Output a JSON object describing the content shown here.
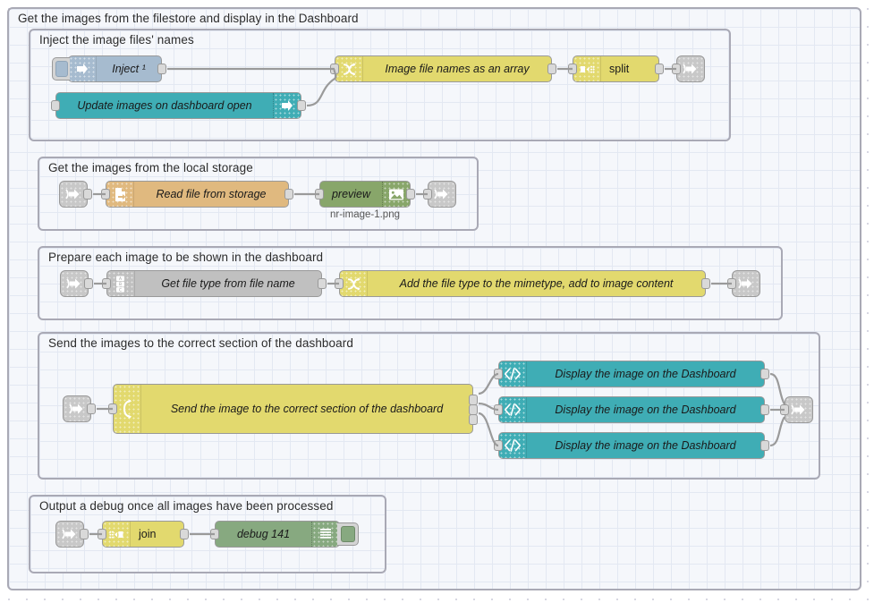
{
  "canvas": {
    "background": "#ffffff",
    "grid_color": "#e3e8f2",
    "wire_color": "#9a9a9a"
  },
  "outer_group": {
    "label": "Get the images from the filestore and display in the Dashboard"
  },
  "groups": [
    {
      "label": "Inject the image files' names"
    },
    {
      "label": "Get the images from the local storage"
    },
    {
      "label": "Prepare each image to be shown in the dashboard"
    },
    {
      "label": "Send the images to the correct section of the dashboard"
    },
    {
      "label": "Output a debug once all images have been processed"
    }
  ],
  "nodes": {
    "inject": {
      "label": "Inject ¹",
      "icon": "inject-arrow-icon",
      "color": "#a6bbcf"
    },
    "update_images": {
      "label": "Update images on dashboard open",
      "icon": "ui-event-arrow-icon",
      "color": "#3fadb5"
    },
    "image_file_names": {
      "label": "Image file names as an array",
      "icon": "function-icon",
      "color": "#e2d96e"
    },
    "split": {
      "label": "split",
      "icon": "split-icon",
      "color": "#e2d96e"
    },
    "link_out_1": {
      "icon": "link-out-icon",
      "color": "#c8c8c8"
    },
    "link_in_2": {
      "icon": "link-in-icon",
      "color": "#c8c8c8"
    },
    "read_file": {
      "label": "Read file from storage",
      "icon": "file-in-icon",
      "color": "#e0b97f"
    },
    "preview": {
      "label": "preview",
      "icon": "image-preview-icon",
      "color": "#88a66a",
      "sublabel": "nr-image-1.png"
    },
    "link_out_2": {
      "icon": "link-out-icon",
      "color": "#c8c8c8"
    },
    "link_in_3": {
      "icon": "link-in-icon",
      "color": "#c8c8c8"
    },
    "get_file_type": {
      "label": "Get file type from file name",
      "icon": "change-icon",
      "color": "#c0c0c0"
    },
    "add_mimetype": {
      "label": "Add the file type to the mimetype, add to image content",
      "icon": "function-icon",
      "color": "#e2d96e"
    },
    "link_out_3": {
      "icon": "link-out-icon",
      "color": "#c8c8c8"
    },
    "link_in_4": {
      "icon": "link-in-icon",
      "color": "#c8c8c8"
    },
    "send_to_section": {
      "label": "Send the image to the correct section of the dashboard",
      "icon": "switch-icon",
      "color": "#e2d96e"
    },
    "display_1": {
      "label": "Display the image on the Dashboard",
      "icon": "template-code-icon",
      "color": "#3fadb5"
    },
    "display_2": {
      "label": "Display the image on the Dashboard",
      "icon": "template-code-icon",
      "color": "#3fadb5"
    },
    "display_3": {
      "label": "Display the image on the Dashboard",
      "icon": "template-code-icon",
      "color": "#3fadb5"
    },
    "link_out_4": {
      "icon": "link-out-icon",
      "color": "#c8c8c8"
    },
    "link_in_5": {
      "icon": "link-in-icon",
      "color": "#c8c8c8"
    },
    "join": {
      "label": "join",
      "icon": "join-icon",
      "color": "#e2d96e"
    },
    "debug": {
      "label": "debug 141",
      "icon": "debug-lines-icon",
      "color": "#87a980"
    }
  }
}
